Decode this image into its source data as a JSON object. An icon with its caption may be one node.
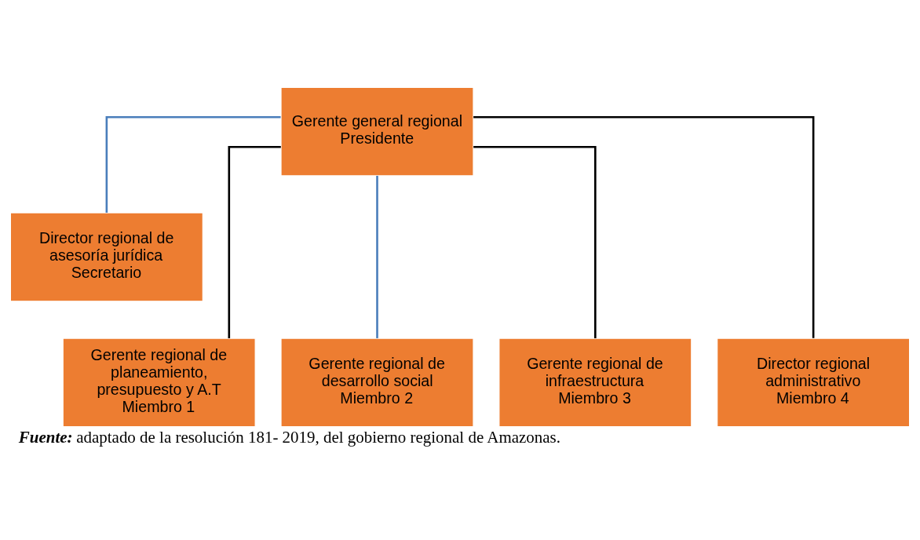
{
  "diagram": {
    "caption": "**Fuente:** adaptado de la resolución 181- 2019, del gobierno regional de Amazonas.",
    "nodes": [
      {
        "text": [
          "Gerente general regional",
          "Presidente"
        ]
      },
      {
        "text": [
          "Director regional de asesoría jurídica",
          "Secretario"
        ]
      },
      {
        "text": [
          "Gerente regional de planeamiento, presupuesto y A.T",
          "Miembro 1"
        ]
      },
      {
        "text": [
          "Gerente regional de desarrollo social",
          "Miembro 2"
        ]
      },
      {
        "text": [
          "Gerente regional de infraestructura",
          "Miembro 3"
        ]
      },
      {
        "text": [
          "Director regional administrativo",
          "Miembro 4"
        ]
      }
    ],
    "edges": [
      {
        "from": 0,
        "to": 1,
        "arrow": "none",
        "color": "#4a7ebb"
      },
      {
        "from": 0,
        "to": 2,
        "arrow": "none"
      },
      {
        "from": 0,
        "to": 3,
        "arrow": "none",
        "color": "#4a7ebb"
      },
      {
        "from": 0,
        "to": 4,
        "arrow": "none"
      },
      {
        "from": 0,
        "to": 5,
        "arrow": "none"
      }
    ]
  }
}
